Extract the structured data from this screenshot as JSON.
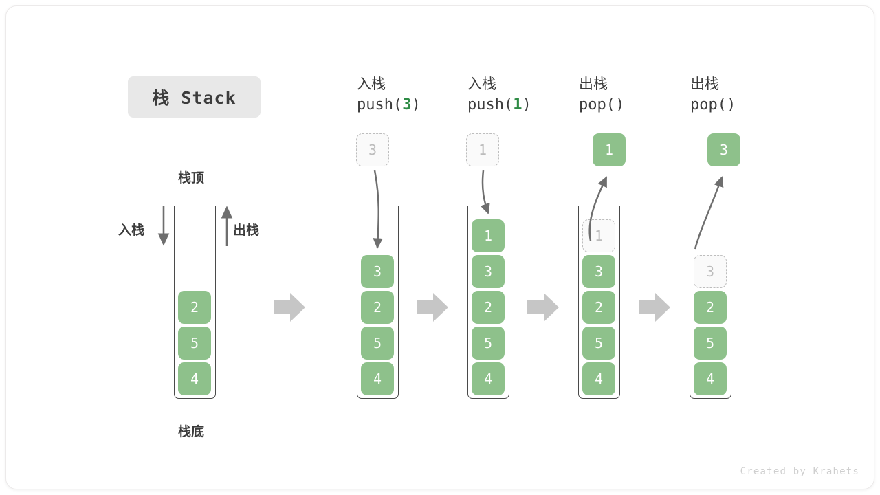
{
  "title": {
    "text": "栈 Stack"
  },
  "labels": {
    "top": "栈顶",
    "bottom": "栈底",
    "push": "入栈",
    "pop": "出栈"
  },
  "credit": "Created by Krahets",
  "colors": {
    "element_green": "#8ec18b",
    "accent_green": "#2e8b45",
    "ghost_border": "#bdbdbd",
    "ghost_fill": "#fafafa",
    "arrow_gray": "#6e6e6e",
    "step_arrow_gray": "#c6c6c6",
    "badge_bg": "#e8e8e8",
    "text_dark": "#3c3c3c"
  },
  "stages": [
    {
      "id": "initial",
      "head_cn": "",
      "head_code": "",
      "head_code_arg": "",
      "stack": [
        "2",
        "5",
        "4"
      ],
      "floating": null,
      "ghost_in_stack": null
    },
    {
      "id": "push-3",
      "head_cn": "入栈",
      "head_code_pre": "push(",
      "head_code_arg": "3",
      "head_code_post": ")",
      "stack": [
        "3",
        "2",
        "5",
        "4"
      ],
      "floating": {
        "value": "3",
        "style": "ghost"
      },
      "arrow": "down"
    },
    {
      "id": "push-1",
      "head_cn": "入栈",
      "head_code_pre": "push(",
      "head_code_arg": "1",
      "head_code_post": ")",
      "stack": [
        "1",
        "3",
        "2",
        "5",
        "4"
      ],
      "floating": {
        "value": "1",
        "style": "ghost"
      },
      "arrow": "down"
    },
    {
      "id": "pop-1",
      "head_cn": "出栈",
      "head_code_pre": "pop(",
      "head_code_arg": "",
      "head_code_post": ")",
      "stack": [
        "3",
        "2",
        "5",
        "4"
      ],
      "ghost_top": "1",
      "floating": {
        "value": "1",
        "style": "filled"
      },
      "arrow": "up"
    },
    {
      "id": "pop-3",
      "head_cn": "出栈",
      "head_code_pre": "pop(",
      "head_code_arg": "",
      "head_code_post": ")",
      "stack": [
        "2",
        "5",
        "4"
      ],
      "ghost_top": "3",
      "floating": {
        "value": "3",
        "style": "filled"
      },
      "arrow": "up"
    }
  ]
}
